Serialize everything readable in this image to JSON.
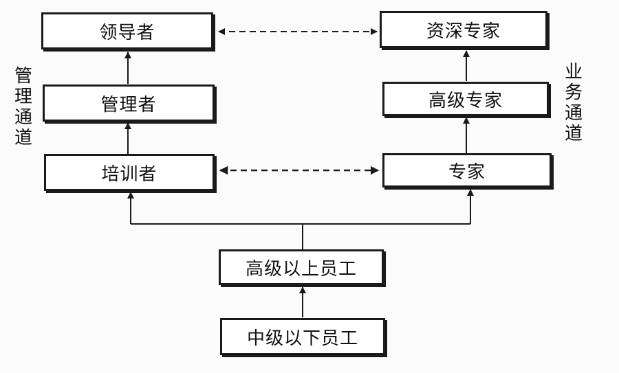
{
  "diagram": {
    "nodes": {
      "leader": "领导者",
      "manager": "管理者",
      "trainer": "培训者",
      "senior_expert": "资深专家",
      "high_expert": "高级专家",
      "expert": "专家",
      "senior_staff": "高级以上员工",
      "junior_staff": "中级以下员工"
    },
    "left_channel": [
      "管",
      "理",
      "通",
      "道"
    ],
    "right_channel": [
      "业",
      "务",
      "通",
      "道"
    ],
    "colors": {
      "line": "#1a1a1a",
      "background": "#fbfbfb"
    }
  }
}
